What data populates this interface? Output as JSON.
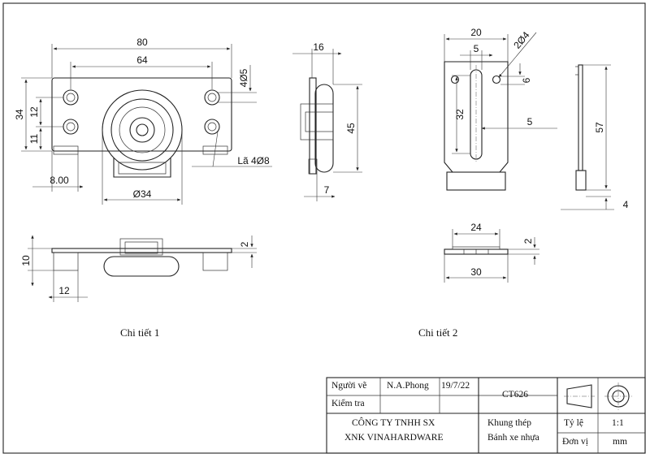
{
  "detail1": {
    "caption": "Chi tiết 1",
    "dims": {
      "w80": "80",
      "w64": "64",
      "d5": "4Ø5",
      "h34": "34",
      "h12": "12",
      "h11": "11",
      "h8": "8.00",
      "phi34": "Ø34",
      "hole": "Lã 4Ø8",
      "s10": "10",
      "s12": "12",
      "s2": "2"
    }
  },
  "side": {
    "dims": {
      "t16": "16",
      "h45": "45",
      "b7": "7"
    }
  },
  "detail2": {
    "caption": "Chi tiết 2",
    "dims": {
      "w20": "20",
      "w5": "5",
      "hole": "2Ø4",
      "d6": "6",
      "h32": "32",
      "d5b": "5",
      "h57": "57",
      "h4": "4",
      "w24": "24",
      "w30": "30",
      "t2": "2"
    }
  },
  "titleblock": {
    "drawn_label": "Người vẽ",
    "drawn_name": "N.A.Phong",
    "drawn_date": "19/7/22",
    "check_label": "Kiểm tra",
    "code": "CT626",
    "company_line1": "CÔNG TY TNHH SX",
    "company_line2": "XNK VINAHARDWARE",
    "desc_line1": "Khung thép",
    "desc_line2": "Bánh xe nhựa",
    "scale_label": "Tỷ lệ",
    "scale_value": "1:1",
    "unit_label": "Đơn vị",
    "unit_value": "mm"
  }
}
